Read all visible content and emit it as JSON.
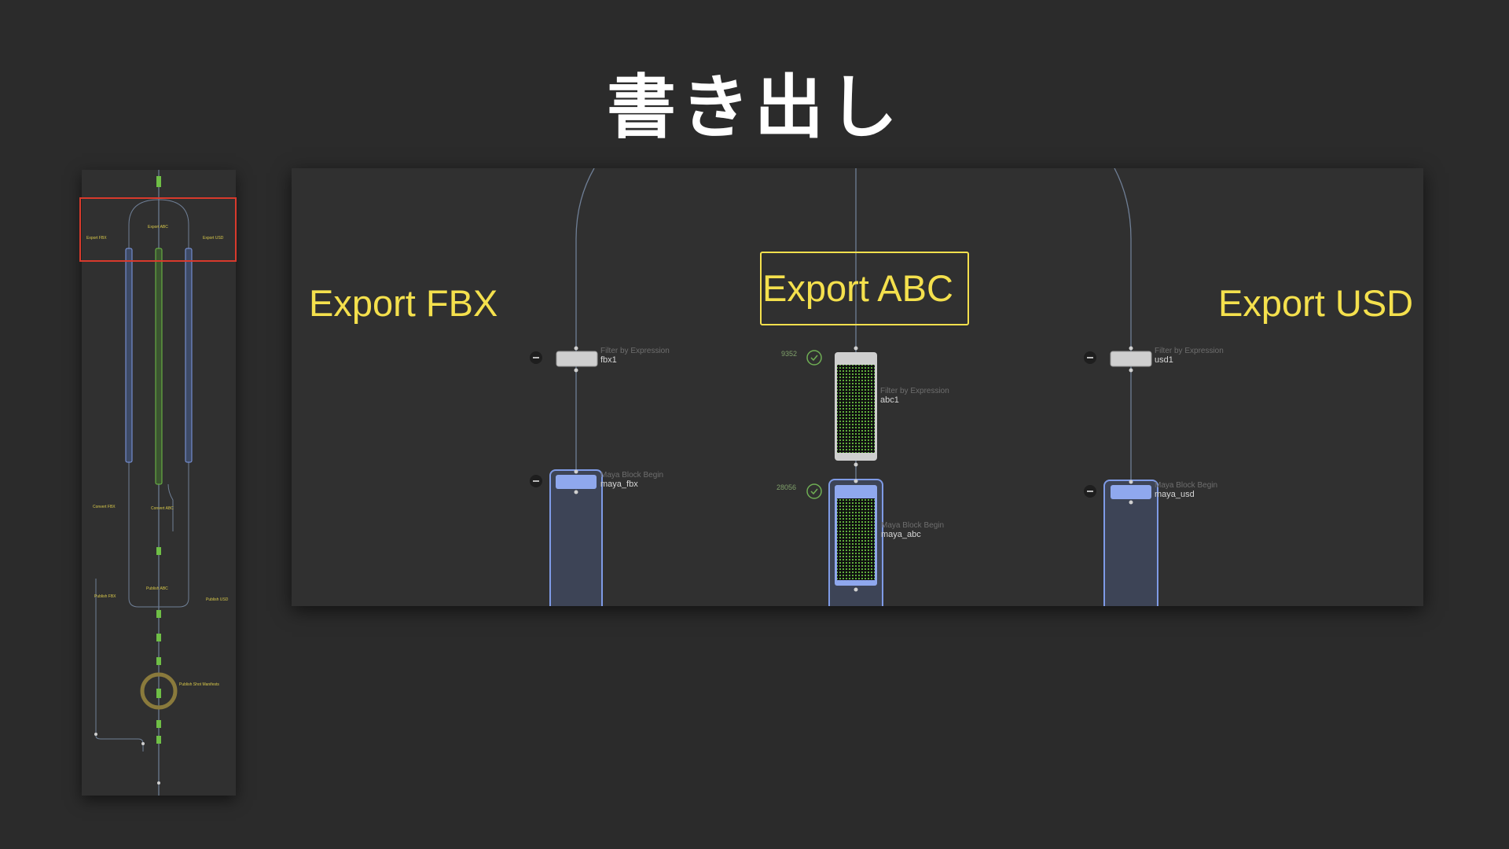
{
  "slide": {
    "title": "書き出し"
  },
  "colors": {
    "background": "#2b2b2b",
    "panel": "#303030",
    "label_yellow": "#f4e04d",
    "highlight_red": "#d83a2c",
    "node_blue": "#7f9be6",
    "node_gray": "#cfcfcf",
    "node_green": "#6fbf46"
  },
  "overview": {
    "labels": {
      "export_fbx": "Export FBX",
      "export_abc": "Export ABC",
      "export_usd": "Export USD",
      "convert_fbx": "Convert FBX",
      "convert_abc": "Convert ABC",
      "publish_fbx": "Publish FBX",
      "publish_abc": "Publish ABC",
      "publish_usd": "Publish USD",
      "publish_shot_manifests": "Publish Shot Manifests"
    }
  },
  "zoom": {
    "labels": {
      "export_fbx": "Export FBX",
      "export_abc": "Export ABC",
      "export_usd": "Export USD"
    },
    "columns": [
      {
        "filter": {
          "type": "Filter by Expression",
          "name": "fbx1"
        },
        "block": {
          "type": "Maya Block Begin",
          "name": "maya_fbx"
        }
      },
      {
        "filter": {
          "type": "Filter by Expression",
          "name": "abc1",
          "count": "9352"
        },
        "block": {
          "type": "Maya Block Begin",
          "name": "maya_abc",
          "count": "28056"
        }
      },
      {
        "filter": {
          "type": "Filter by Expression",
          "name": "usd1"
        },
        "block": {
          "type": "Maya Block Begin",
          "name": "maya_usd"
        }
      }
    ]
  }
}
